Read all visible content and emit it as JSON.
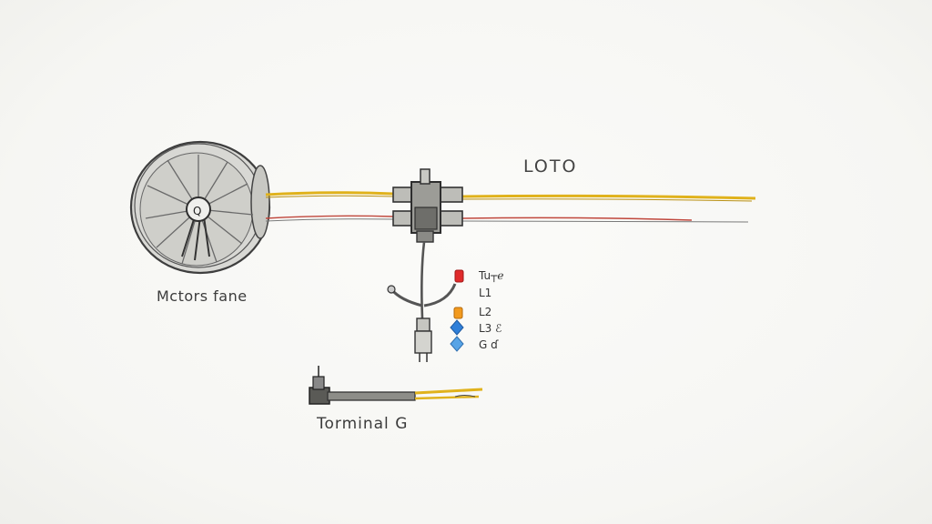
{
  "labels": {
    "loto": "LOTO",
    "motor": "Mctors fane",
    "terminal": "Torminal G"
  },
  "motor_hub_letter": "Q",
  "legend": [
    {
      "label": "Tu┬ℯ",
      "color": "#e02a2a",
      "shape": "square"
    },
    {
      "label": "L1",
      "color": "",
      "shape": "none"
    },
    {
      "label": "L2",
      "color": "#f29a1e",
      "shape": "square"
    },
    {
      "label": "L3  ℰ",
      "color": "#2f7fd8",
      "shape": "diamond"
    },
    {
      "label": "G  ɗ",
      "color": "#58a4e6",
      "shape": "diamond"
    }
  ],
  "colors": {
    "wire_yellow": "#e0b21c",
    "wire_red": "#c0473c",
    "wire_gray": "#7a7a7a",
    "ink": "#3a3a3a"
  }
}
